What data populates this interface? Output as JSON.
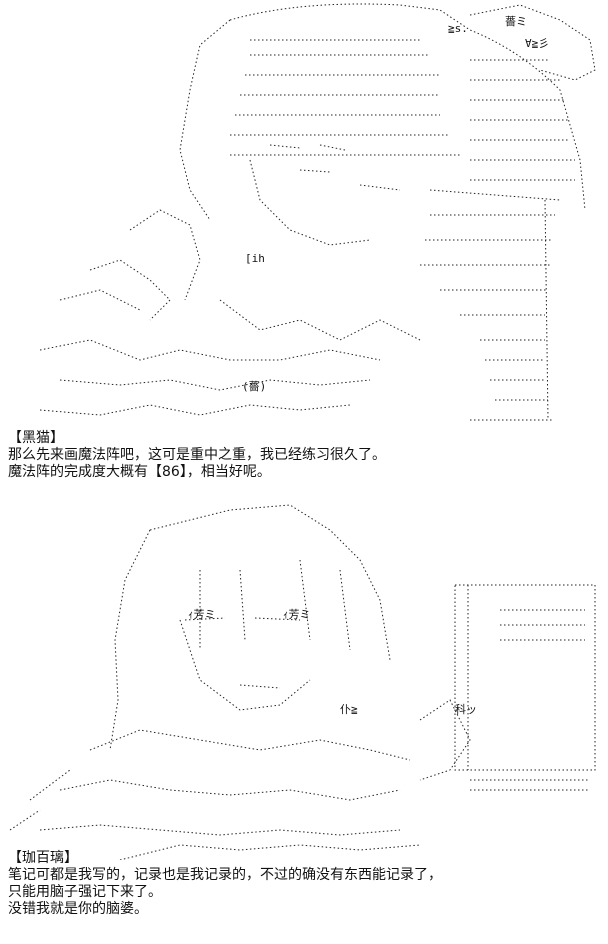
{
  "scene1": {
    "speaker": "【黑猫】",
    "lines": [
      "那么先来画魔法阵吧，这可是重中之重，我已经练习很久了。",
      "魔法阵的完成度大概有【86】，相当好呢。"
    ],
    "art_text": [
      "薔ミ",
      "≧s.",
      "(薔)",
      "∀≧彡",
      "[ih"
    ]
  },
  "scene2": {
    "speaker": "【珈百璃】",
    "lines": [
      "笔记可都是我写的，记录也是我记录的，不过的确没有东西能记录了，",
      "只能用脑子强记下来了。",
      "没错我就是你的脑婆。"
    ],
    "art_text": [
      "ｨ芳ミ",
      "ｨ芳ミ",
      "科ッ",
      "仆≧"
    ]
  },
  "colors": {
    "ink": "#111111",
    "background": "#ffffff"
  }
}
